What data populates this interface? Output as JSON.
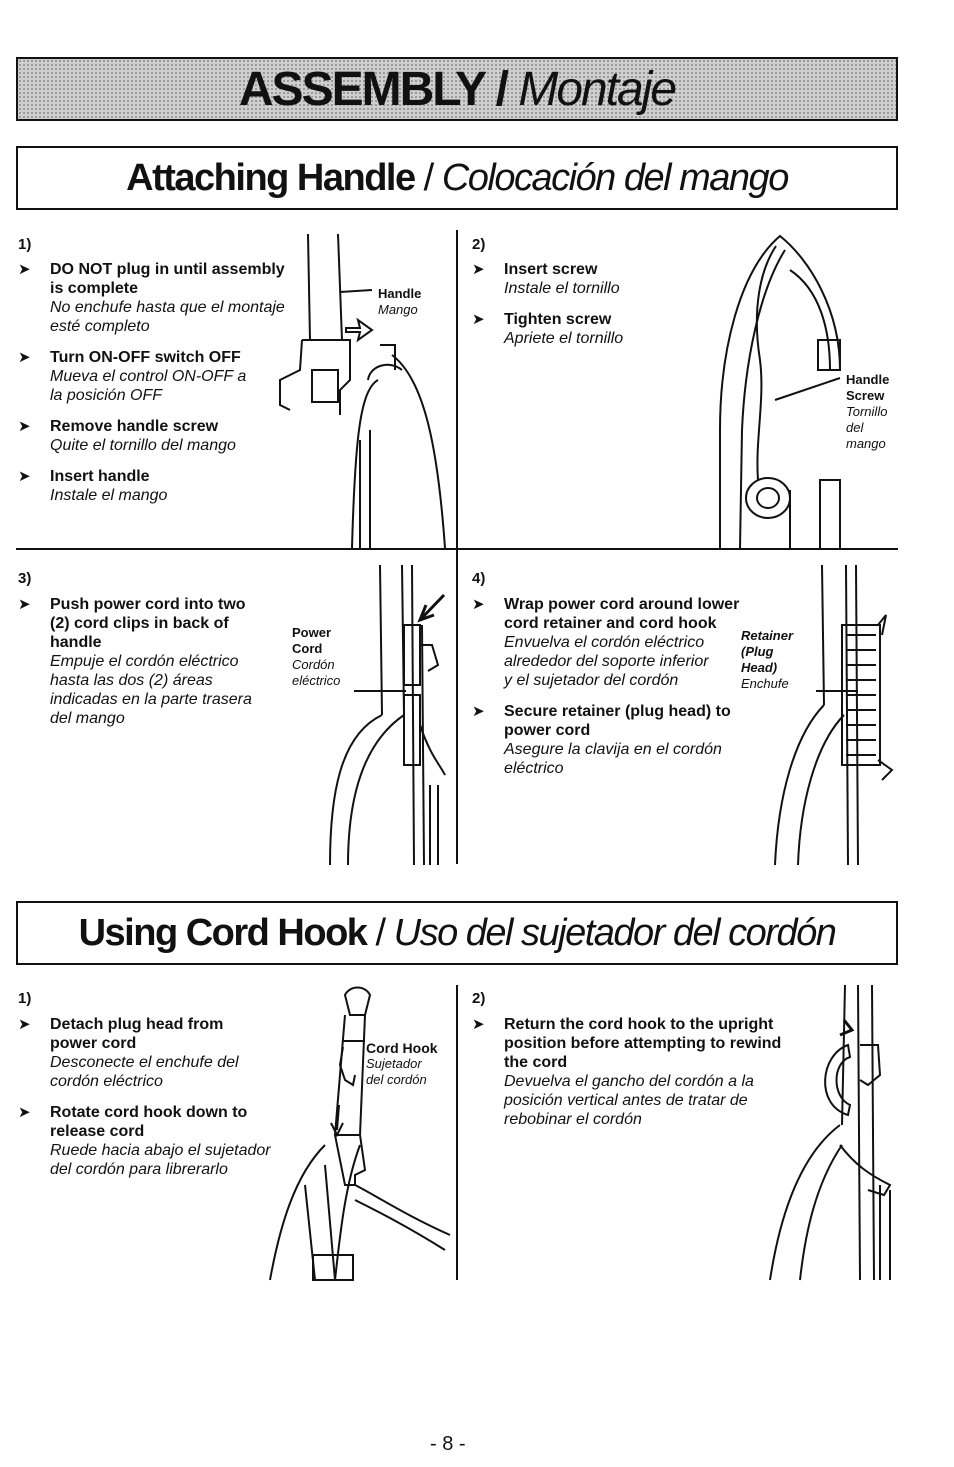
{
  "header": {
    "title_en": "ASSEMBLY",
    "title_sep": " / ",
    "title_es": "Montaje"
  },
  "attaching": {
    "title_en": "Attaching Handle",
    "title_sep": " / ",
    "title_es": "Colocación del mango",
    "step1": {
      "num": "1)",
      "items": [
        {
          "en": "DO NOT plug in until assembly is complete",
          "es": "No enchufe hasta que el montaje esté completo"
        },
        {
          "en": "Turn ON-OFF switch OFF",
          "es": "Mueva el control ON-OFF a la posición OFF"
        },
        {
          "en": "Remove handle screw",
          "es": "Quite el tornillo del mango"
        },
        {
          "en": "Insert handle",
          "es": "Instale el mango"
        }
      ],
      "label_en": "Handle",
      "label_es": "Mango"
    },
    "step2": {
      "num": "2)",
      "items": [
        {
          "en": "Insert screw",
          "es": "Instale el tornillo"
        },
        {
          "en": "Tighten screw",
          "es": "Apriete el tornillo"
        }
      ],
      "label_en1": "Handle",
      "label_en2": "Screw",
      "label_es": "Tornillo del mango"
    },
    "step3": {
      "num": "3)",
      "items": [
        {
          "en": "Push power cord into two (2) cord clips in back of handle",
          "es": "Empuje el cordón eléctrico hasta las dos (2) áreas indicadas en la parte trasera del mango"
        }
      ],
      "label_en": "Power Cord",
      "label_es": "Cordón eléctrico"
    },
    "step4": {
      "num": "4)",
      "items": [
        {
          "en": "Wrap power cord around lower cord retainer and cord hook",
          "es": "Envuelva el cordón eléctrico alrededor del soporte inferior y el sujetador del cordón"
        },
        {
          "en": "Secure retainer (plug head) to power cord",
          "es": "Asegure la clavija en el cordón eléctrico"
        }
      ],
      "label_en": "Retainer (Plug Head)",
      "label_es": "Enchufe"
    }
  },
  "cordhook": {
    "title_en": "Using Cord Hook",
    "title_sep": " / ",
    "title_es": "Uso del sujetador del cordón",
    "step1": {
      "num": "1)",
      "items": [
        {
          "en": "Detach plug head from power cord",
          "es": "Desconecte el enchufe del cordón eléctrico"
        },
        {
          "en": "Rotate cord hook down to release cord",
          "es": "Ruede hacia abajo el sujetador del cordón para librerarlo"
        }
      ],
      "label_en": "Cord Hook",
      "label_es": "Sujetador del cordón"
    },
    "step2": {
      "num": "2)",
      "items": [
        {
          "en": "Return the cord hook to the upright position before attempting to rewind the cord",
          "es": "Devuelva el gancho del cordón a la posición vertical antes de tratar de rebobinar el cordón"
        }
      ]
    }
  },
  "icons": {
    "bullet": "arrowhead-bullet-icon"
  },
  "footer": {
    "page": "- 8 -"
  }
}
